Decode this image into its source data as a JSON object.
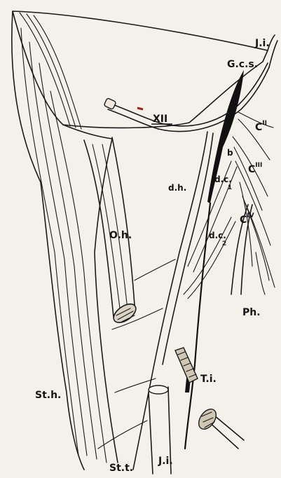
{
  "labels": {
    "ji_top": "J.i.",
    "gcs": "G.c.s.",
    "xii": "XII",
    "c2_base": "C",
    "c2_sup": "II",
    "c3_base": "C",
    "c3_sup": "III",
    "c4_base": "C",
    "c4_sup": "IV",
    "b": "b",
    "dc1_base": "d.c.",
    "dc1_sub": "1",
    "dc2_base": "d.c.",
    "dc2_sub": "2",
    "dh": "d.h.",
    "oh": "O.h.",
    "ph": "Ph.",
    "ti": "T.i.",
    "sth": "St.h.",
    "stt": "St.t.",
    "ji_bottom": "J.i."
  }
}
